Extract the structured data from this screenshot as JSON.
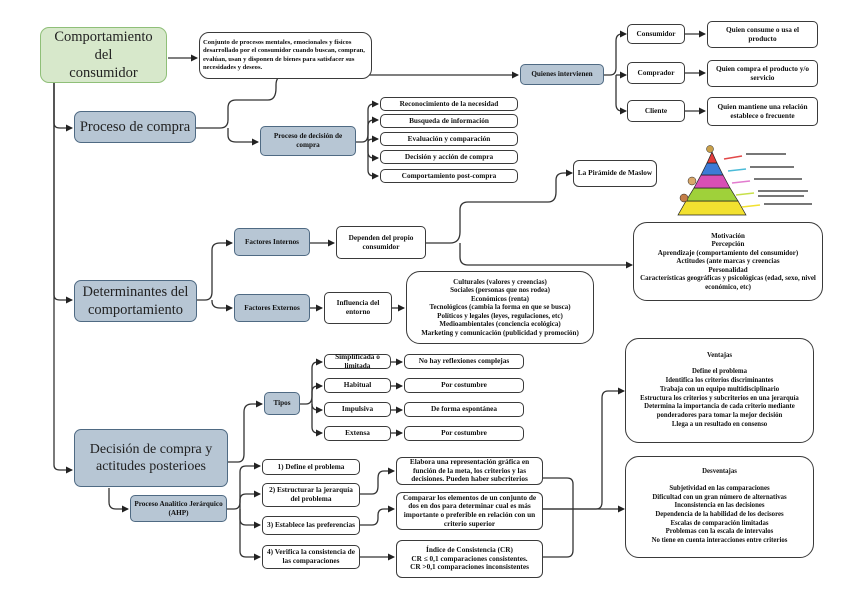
{
  "diagram": {
    "title": "Comportamiento del consumidor mind map",
    "colors": {
      "root_fill": "#d7e8cb",
      "root_border": "#8fbf78",
      "branch_fill": "#b7c6d4",
      "branch_border": "#4f6a83",
      "leaf_fill": "#ffffff",
      "line": "#333333"
    },
    "root": {
      "label": "Comportamiento del\nconsumidor",
      "definition": "Conjunto de procesos mentales, emocionales y físicos desarrollado por el consumidor cuando buscan, compran, evalúan, usan y disponen de bienes para satisfacer sus necesidades y deseos."
    },
    "quienes": {
      "label": "Quienes intervienen",
      "roles": [
        {
          "label": "Consumidor",
          "desc": "Quien consume o usa el producto"
        },
        {
          "label": "Comprador",
          "desc": "Quien compra el producto y/o servicio"
        },
        {
          "label": "Cliente",
          "desc": "Quien mantiene una relación establece o frecuente"
        }
      ]
    },
    "proceso": {
      "label": "Proceso de compra",
      "decision": {
        "label": "Proceso de decisión de compra",
        "steps": [
          "Reconocimiento de la necesidad",
          "Busqueda de información",
          "Evaluación y comparación",
          "Decisión y acción de compra",
          "Comportamiento post-compra"
        ]
      }
    },
    "determinantes": {
      "label": "Determinantes del\ncomportamiento",
      "internos": {
        "label": "Factores Internos",
        "desc": "Dependen del propio consumidor",
        "maslow": "La Pirámide de Maslow",
        "maslow_image": "maslow-pyramid-illustration",
        "list": [
          "Motivación",
          "Percepción",
          "Aprendizaje (comportamiento del consumidor)",
          "Actitudes (ante marcas y creencias",
          "Personalidad",
          "Características geográficas y psicológicas (edad, sexo, nivel económico, etc)"
        ]
      },
      "externos": {
        "label": "Factores Externos",
        "desc": "Influencia del entorno",
        "list": [
          "Culturales (valores y creencias)",
          "Sociales (personas que nos rodea)",
          "Económicos (renta)",
          "Tecnológicos (cambia la forma en que se busca)",
          "Políticos y legales (leyes, regulaciones, etc)",
          "Medioambientales (conciencia ecológica)",
          "Marketing y comunicación (publicidad y promoción)"
        ]
      }
    },
    "decision": {
      "label": "Decisión de compra y\nactitudes posterioes",
      "tipos": {
        "label": "Tipos",
        "items": [
          {
            "label": "Simplificada o limitada",
            "desc": "No hay reflexiones complejas"
          },
          {
            "label": "Habitual",
            "desc": "Por costumbre"
          },
          {
            "label": "Impulsiva",
            "desc": "De forma espontánea"
          },
          {
            "label": "Extensa",
            "desc": "Por costumbre"
          }
        ]
      },
      "ahp": {
        "label": "Proceso Analítico Jerárquico\n(AHP)",
        "steps": [
          {
            "label": "1) Define el problema"
          },
          {
            "label": "2) Estructurar la jerarquía del problema",
            "desc": "Elabora una representación gráfica en función de la meta, los criterios y las decisiones. Pueden haber subcriterios"
          },
          {
            "label": "3) Establece las preferencias",
            "desc": "Comparar los elementos de un conjunto de dos en dos para determinar cual es más importante o preferible en relación con un criterio superior"
          },
          {
            "label": "4) Verifica la consistencia de las comparaciones",
            "desc": "Índice de Consistencia (CR)\nCR ≤ 0,1 comparaciones consistentes.\nCR >0,1 comparaciones inconsistentes"
          }
        ],
        "ventajas": {
          "title": "Ventajas",
          "items": [
            "Define el problema",
            "Identifica los criterios discriminantes",
            "Trabaja con un equipo multidisciplinario",
            "Estructura los criterios y subcriterios en una jerarquía",
            "Determina la importancia de cada criterio mediante ponderadores para tomar la mejor decisión",
            "Llega a un resultado en consenso"
          ]
        },
        "desventajas": {
          "title": "Desventajas",
          "items": [
            "Subjetividad en las comparaciones",
            "Dificultad con un gran número de alternativas",
            "Inconsistencia en las decisiones",
            "Dependencia de la habilidad de los decisores",
            "Escalas de comparación limitadas",
            "Problemas con la escala de intervalos",
            "No tiene en cuenta interacciones entre criterios"
          ]
        }
      }
    }
  }
}
